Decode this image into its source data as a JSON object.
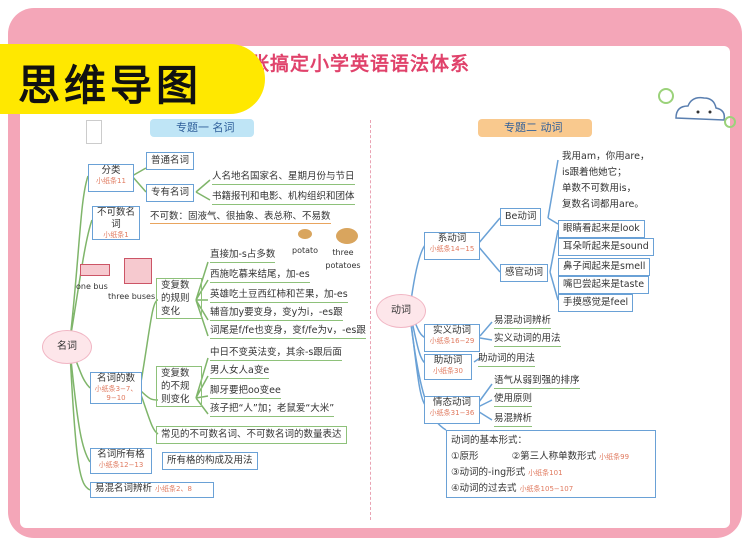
{
  "tag": "思维导图",
  "title": "一张搞定小学英语语法体系",
  "left": {
    "header": "专题一 名词",
    "root": "名词",
    "classify": {
      "label": "分类",
      "ref": "小纸条11"
    },
    "common": "普通名词",
    "proper": "专有名词",
    "proper_items": [
      "人名地名国家名、星期月份与节日",
      "书籍报刊和电影、机构组织和团体"
    ],
    "uncount": {
      "label": "不可数名词",
      "ref": "小纸条1"
    },
    "uncount_desc": "不可数：固液气、很抽象、表总称、不易数",
    "number": {
      "label": "名词的数",
      "ref": "小纸条3−7、9−10"
    },
    "regular": "变复数的规则变化",
    "regular_items": [
      "直接加-s占多数",
      "西施吃慕来结尾，加-es",
      "英雄吃土豆西红柿和芒果，加-es",
      "辅音加y要变身，变y为i，-es跟",
      "词尾是f/fe也变身，变f/fe为v，-es跟"
    ],
    "irregular": "变复数的不规则变化",
    "irregular_items": [
      "中日不变英法变，其余-s跟后面",
      "男人女人a变e",
      "脚牙要把oo变ee",
      "孩子把“人”加；老鼠爱“大米”"
    ],
    "uncount_num": "常见的不可数名词、不可数名词的数量表达",
    "possessive": {
      "label": "名词所有格",
      "ref": "小纸条12−13"
    },
    "possessive_desc": "所有格的构成及用法",
    "confusing": "易混名词辨析",
    "confusing_ref": "小纸条2、8",
    "pic_labels": [
      "one bus",
      "three buses",
      "potato",
      "three potatoes"
    ]
  },
  "right": {
    "header": "专题二 动词",
    "root": "动词",
    "link": {
      "label": "系动词",
      "ref": "小纸条14−15"
    },
    "be": "Be动词",
    "be_items": [
      "我用am，你用are，",
      "is跟着他她它；",
      "单数不可数用is，",
      "复数名词都用are。"
    ],
    "sense": "感官动词",
    "sense_items": [
      "眼睛看起来是look",
      "耳朵听起来是sound",
      "鼻子闻起来是smell",
      "嘴巴尝起来是taste",
      "手摸感觉是feel"
    ],
    "main": {
      "label": "实义动词",
      "ref": "小纸条16−29"
    },
    "main_items": [
      "易混动词辨析",
      "实义动词的用法"
    ],
    "aux": {
      "label": "助动词",
      "ref": "小纸条30"
    },
    "aux_item": "助动词的用法",
    "modal": {
      "label": "情态动词",
      "ref": "小纸条31−36"
    },
    "modal_items": [
      "语气从弱到强的排序",
      "使用原则",
      "易混辨析"
    ],
    "forms_title": "动词的基本形式：",
    "forms": [
      {
        "t": "①原形",
        "r": ""
      },
      {
        "t": "②第三人称单数形式",
        "r": "小纸条99"
      },
      {
        "t": "③动词的-ing形式",
        "r": "小纸条101"
      },
      {
        "t": "④动词的过去式",
        "r": "小纸条105−107"
      }
    ]
  }
}
